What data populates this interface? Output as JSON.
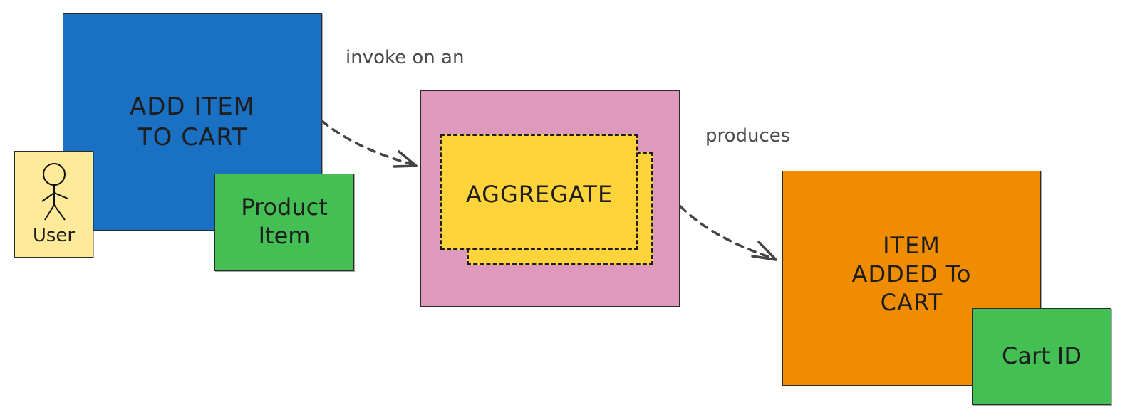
{
  "diagram": {
    "command": {
      "label": "ADD ITEM\nTO CART",
      "color": "#1a70c2"
    },
    "user": {
      "label": "User",
      "color": "#ffea9a"
    },
    "product_item": {
      "label": "Product\nItem",
      "color": "#44bf54"
    },
    "aggregate_container": {
      "color": "#de99bd"
    },
    "aggregate": {
      "label": "AGGREGATE",
      "color": "#ffd43b"
    },
    "event": {
      "label": "ITEM\nADDED To\nCART",
      "color": "#f08c00"
    },
    "cart_id": {
      "label": "Cart ID",
      "color": "#44bf54"
    },
    "edge_invoke": {
      "label": "invoke on an"
    },
    "edge_produces": {
      "label": "produces"
    }
  }
}
